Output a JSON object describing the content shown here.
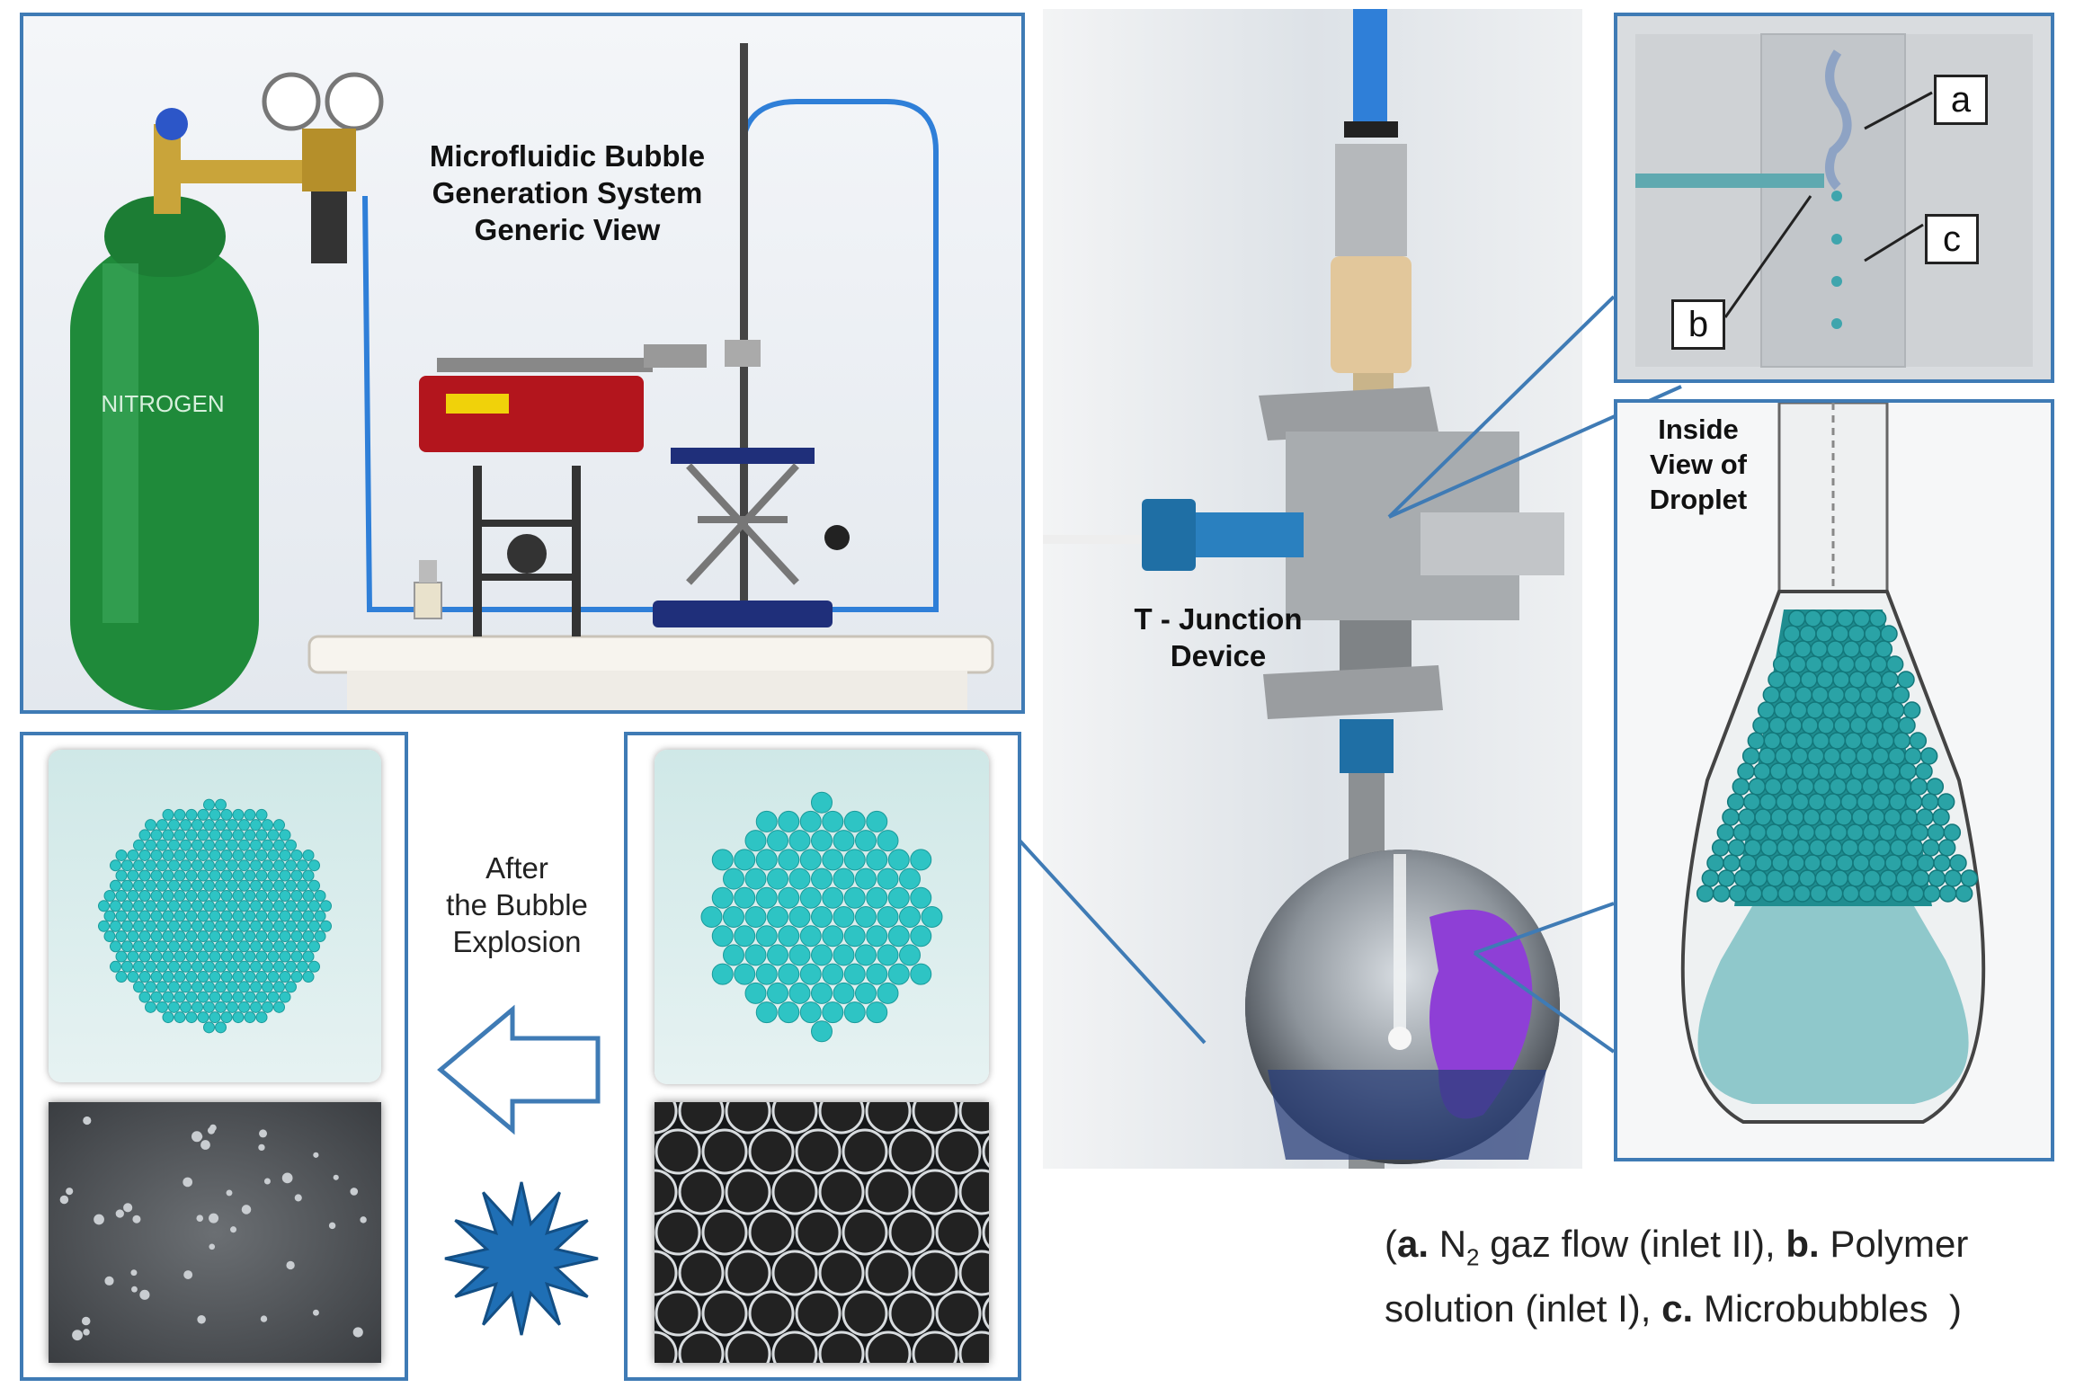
{
  "system_panel": {
    "title_lines": [
      "Microfluidic Bubble",
      "Generation System",
      "Generic View"
    ],
    "cylinder_label": "NITROGEN"
  },
  "device": {
    "label_lines": [
      "T - Junction",
      "Device"
    ]
  },
  "channel_inset": {
    "markers": [
      "a",
      "b",
      "c"
    ]
  },
  "droplet_panel": {
    "label_lines": [
      "Inside",
      "View of",
      "Droplet"
    ]
  },
  "transition": {
    "label_lines": [
      "After",
      "the Bubble",
      "Explosion"
    ]
  },
  "caption": {
    "a_key": "a.",
    "a_pre": "N",
    "a_sub": "2",
    "a_text": "gaz flow (inlet II),",
    "b_key": "b.",
    "b_text_1": "Polymer",
    "b_text_2": "solution (inlet I),",
    "c_key": "c.",
    "c_text": "Microbubbles",
    "open": "(",
    "close": ")"
  },
  "colors": {
    "frame": "#3f7bb5",
    "bubble": "#2ec4c4",
    "cylinder": "#1f8a3a",
    "tubing": "#2f7fd8",
    "pump": "#b3151d",
    "glove": "#8e3fd6"
  }
}
